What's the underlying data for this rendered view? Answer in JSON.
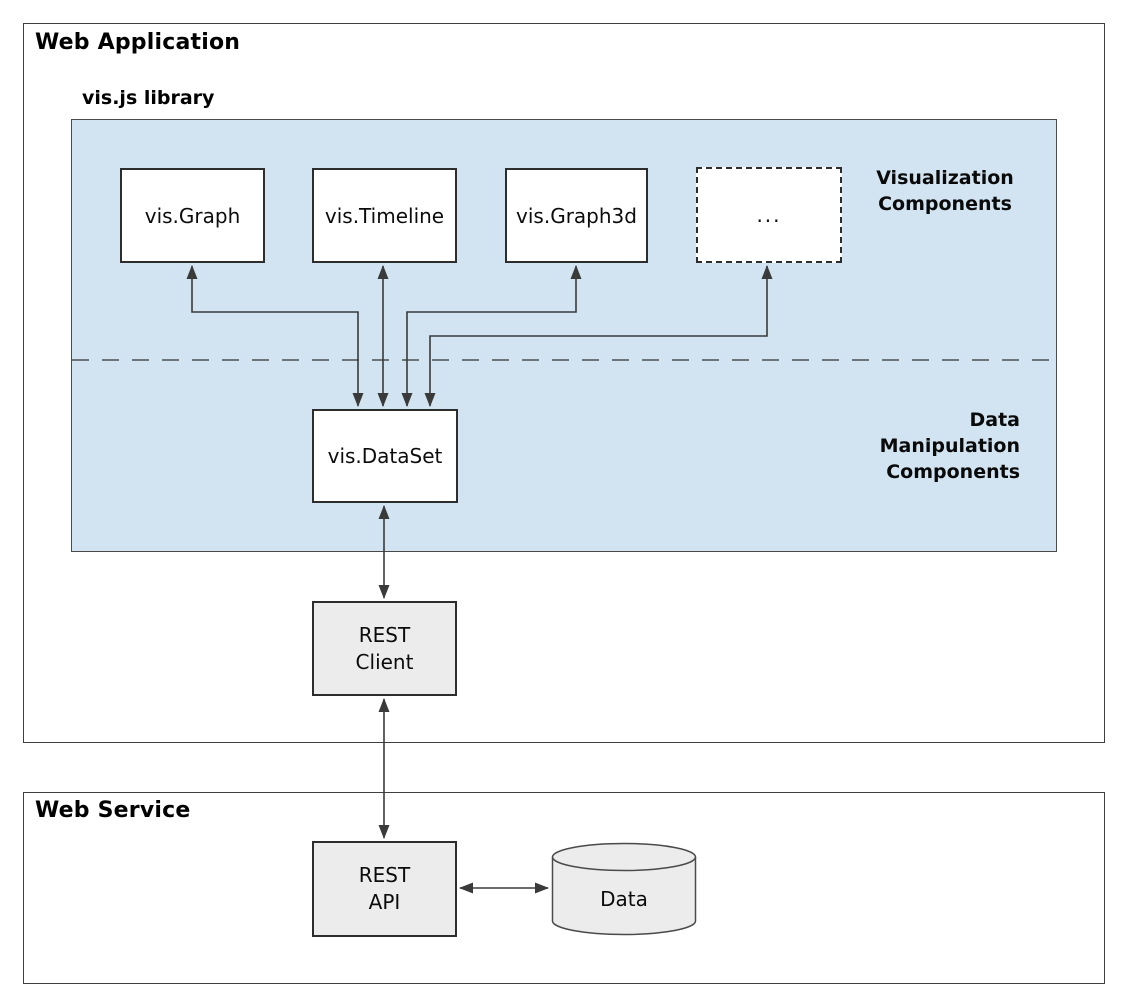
{
  "app": {
    "title": "Web Application"
  },
  "library": {
    "title": "vis.js library"
  },
  "viz_nodes": [
    {
      "label": "vis.Graph"
    },
    {
      "label": "vis.Timeline"
    },
    {
      "label": "vis.Graph3d"
    },
    {
      "label": "..."
    }
  ],
  "labels": {
    "visualization": [
      "Visualization",
      "Components"
    ],
    "data_manipulation": [
      "Data",
      "Manipulation",
      "Components"
    ]
  },
  "dataset": {
    "label": "vis.DataSet"
  },
  "rest_client": {
    "line1": "REST",
    "line2": "Client"
  },
  "service": {
    "title": "Web Service"
  },
  "rest_api": {
    "line1": "REST",
    "line2": "API"
  },
  "database": {
    "label": "Data"
  },
  "colors": {
    "panel_blue": "#d2e4f1",
    "node_gray": "#ececec",
    "arrow": "#3a3a3a",
    "node_border": "#2d2d2d",
    "frame_border": "#3f3f3f"
  }
}
